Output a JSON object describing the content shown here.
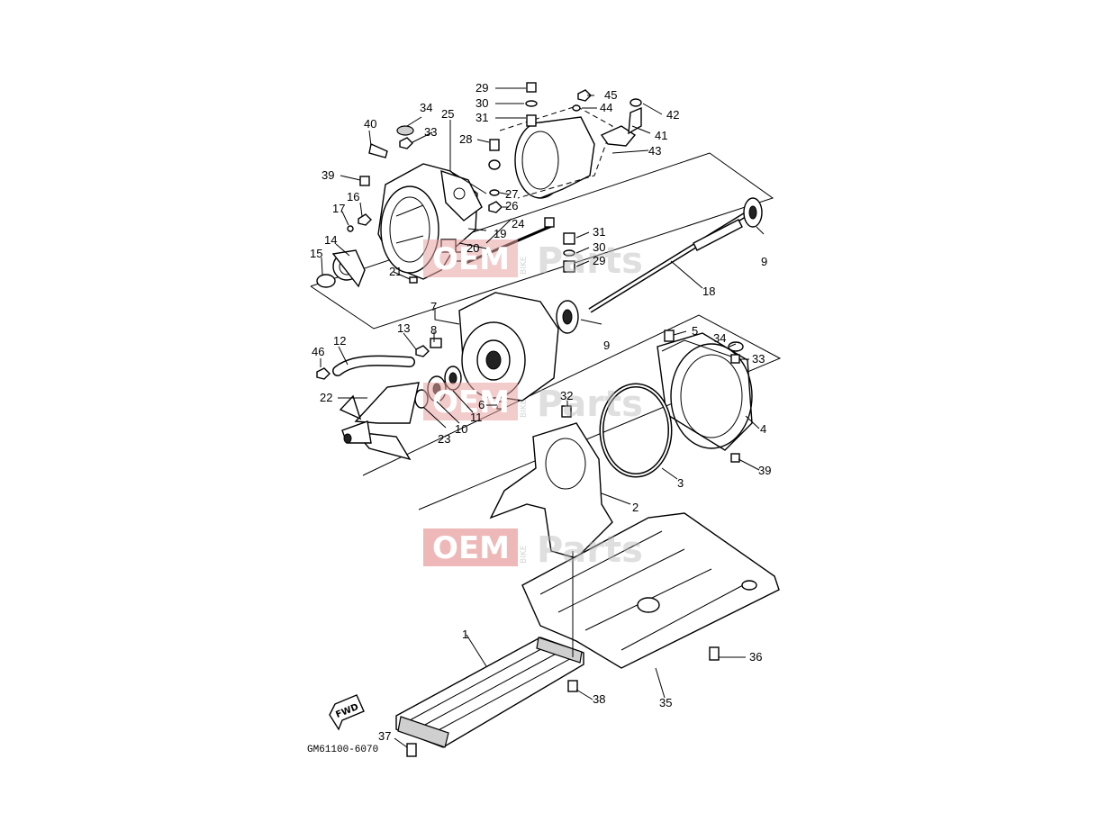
{
  "diagram": {
    "code": "GM61100-6070",
    "fwd_label": "FWD",
    "watermark": {
      "oem": "OEM",
      "bike": "BIKE",
      "parts": "Parts"
    },
    "callouts": [
      "1",
      "2",
      "3",
      "4",
      "5",
      "6",
      "7",
      "8",
      "9",
      "9",
      "10",
      "11",
      "12",
      "13",
      "14",
      "15",
      "16",
      "17",
      "18",
      "19",
      "20",
      "21",
      "22",
      "23",
      "24",
      "25",
      "26",
      "27",
      "28",
      "29",
      "29",
      "30",
      "30",
      "31",
      "31",
      "32",
      "33",
      "33",
      "34",
      "34",
      "35",
      "36",
      "37",
      "38",
      "39",
      "39",
      "40",
      "41",
      "42",
      "43",
      "44",
      "45",
      "46"
    ]
  }
}
